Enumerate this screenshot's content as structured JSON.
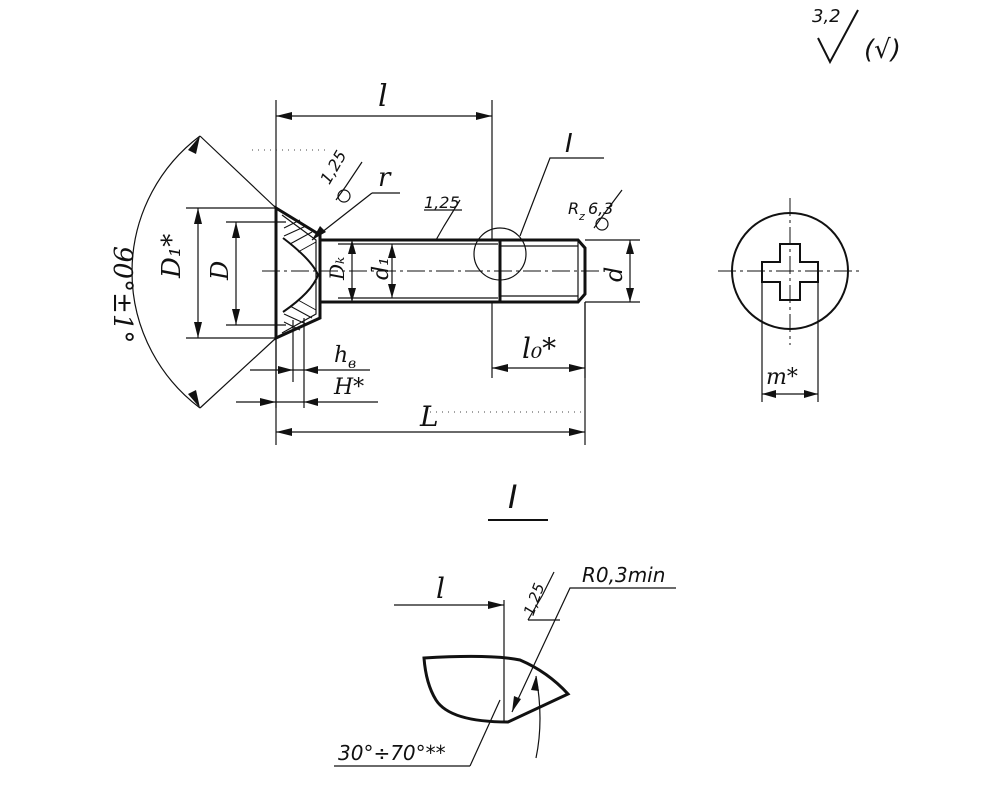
{
  "surface_finish": {
    "general_value": "3,2",
    "other_mark": "(√)"
  },
  "main_view": {
    "dim_length_l": "l",
    "dim_total_L": "L",
    "dim_thread_l0": "l₀*",
    "dim_head_h": "h",
    "dim_head_h_sub": "в",
    "dim_head_H": "H*",
    "dim_D1": "D₁*",
    "dim_D": "D",
    "dim_Dk": "Dₖ",
    "dim_d1": "d₁",
    "dim_d": "d",
    "radius_r": "r",
    "angle": "90°±1°",
    "roughness_head": "1,25",
    "roughness_shank": "1,25",
    "roughness_thread": "R",
    "roughness_thread_sub": "z",
    "roughness_thread_value": "6,3",
    "detail_ref": "I"
  },
  "end_view": {
    "dim_m": "m*"
  },
  "detail": {
    "title": "I",
    "dim_l": "l",
    "roughness": "1,25",
    "radius_note": "R0,3min",
    "angle_note": "30°÷70°**"
  }
}
